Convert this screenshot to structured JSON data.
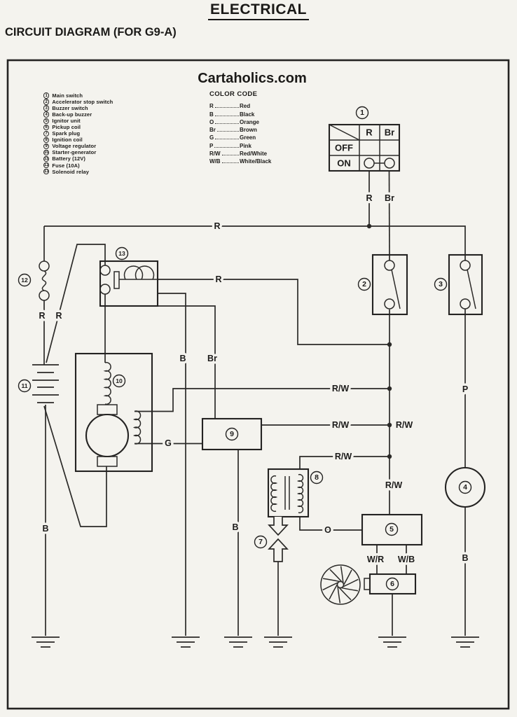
{
  "page": {
    "title": "ELECTRICAL",
    "subtitle": "CIRCUIT DIAGRAM (FOR G9-A)",
    "watermark": "Cartaholics.com"
  },
  "components": [
    {
      "num": "1",
      "label": "Main switch"
    },
    {
      "num": "2",
      "label": "Accelerator stop switch"
    },
    {
      "num": "3",
      "label": "Buzzer switch"
    },
    {
      "num": "4",
      "label": "Back-up buzzer"
    },
    {
      "num": "5",
      "label": "Ignitor unit"
    },
    {
      "num": "6",
      "label": "Pickup coil"
    },
    {
      "num": "7",
      "label": "Spark plug"
    },
    {
      "num": "8",
      "label": "Ignition coil"
    },
    {
      "num": "9",
      "label": "Voltage regulator"
    },
    {
      "num": "10",
      "label": "Starter-generator"
    },
    {
      "num": "11",
      "label": "Battery (12V)"
    },
    {
      "num": "12",
      "label": "Fuse (10A)"
    },
    {
      "num": "13",
      "label": "Solenoid relay"
    }
  ],
  "color_code": {
    "title": "COLOR CODE",
    "entries": [
      {
        "code": "R",
        "name": "Red"
      },
      {
        "code": "B",
        "name": "Black"
      },
      {
        "code": "O",
        "name": "Orange"
      },
      {
        "code": "Br",
        "name": "Brown"
      },
      {
        "code": "G",
        "name": "Green"
      },
      {
        "code": "P",
        "name": "Pink"
      },
      {
        "code": "R/W",
        "name": "Red/White"
      },
      {
        "code": "W/B",
        "name": "White/Black"
      }
    ]
  },
  "main_switch": {
    "cols": [
      "R",
      "Br"
    ],
    "rows": [
      "OFF",
      "ON"
    ]
  },
  "wires": {
    "r": "R",
    "b": "B",
    "br": "Br",
    "g": "G",
    "p": "P",
    "rw": "R/W",
    "wr": "W/R",
    "wb": "W/B",
    "o": "O"
  },
  "ink_color": "#242322",
  "paper_color": "#f4f3ee"
}
